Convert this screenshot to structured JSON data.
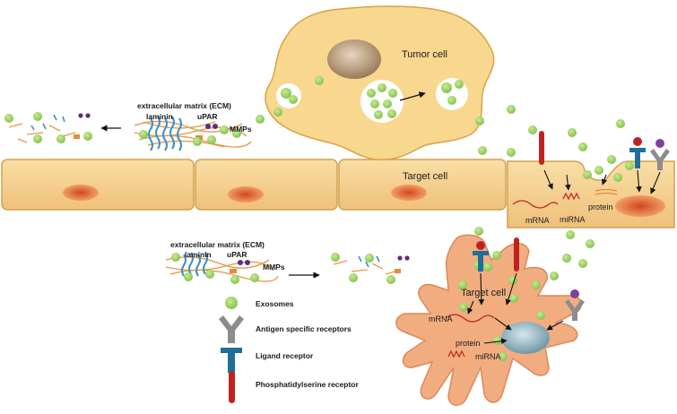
{
  "labels": {
    "tumor_cell": "Tumor cell",
    "target_cell_top": "Target cell",
    "target_cell_bottom": "Target cell",
    "ecm_top": "extracellular matrix (ECM)",
    "laminin_top": "laminin",
    "upar_top": "uPAR",
    "mmps_top": "MMPs",
    "ecm_bottom": "extracellular matrix (ECM)",
    "laminin_bottom": "laminin",
    "upar_bottom": "uPAR",
    "mmps_bottom": "MMPs",
    "mrna_top": "mRNA",
    "mirna_top": "miRNA",
    "protein_top": "protein",
    "mrna_bottom": "mRNA",
    "mirna_bottom": "miRNA",
    "protein_bottom": "protein"
  },
  "legend": {
    "exosomes": "Exosomes",
    "antigen": "Antigen specific receptors",
    "ligand": "Ligand receptor",
    "ps": "Phosphatidylserine receptor"
  },
  "colors": {
    "cell_fill": "#f7d592",
    "cell_stroke": "#d9a24a",
    "tumor_fill": "#f9d88c",
    "target_bottom_fill": "#f1aa7c",
    "exosome": "#9fd36a",
    "exosome_stroke": "#6fae3d",
    "nucleus_tumor": "#b69a7a",
    "nucleus_target": "#d8643a",
    "nucleus_blue": "#8fb3bf",
    "receptor_blue": "#1f6f98",
    "receptor_grey": "#8c8c8c",
    "receptor_red": "#c0231f",
    "ecm_orange": "#e49b4a",
    "ecm_blue": "#3b8fc7"
  }
}
